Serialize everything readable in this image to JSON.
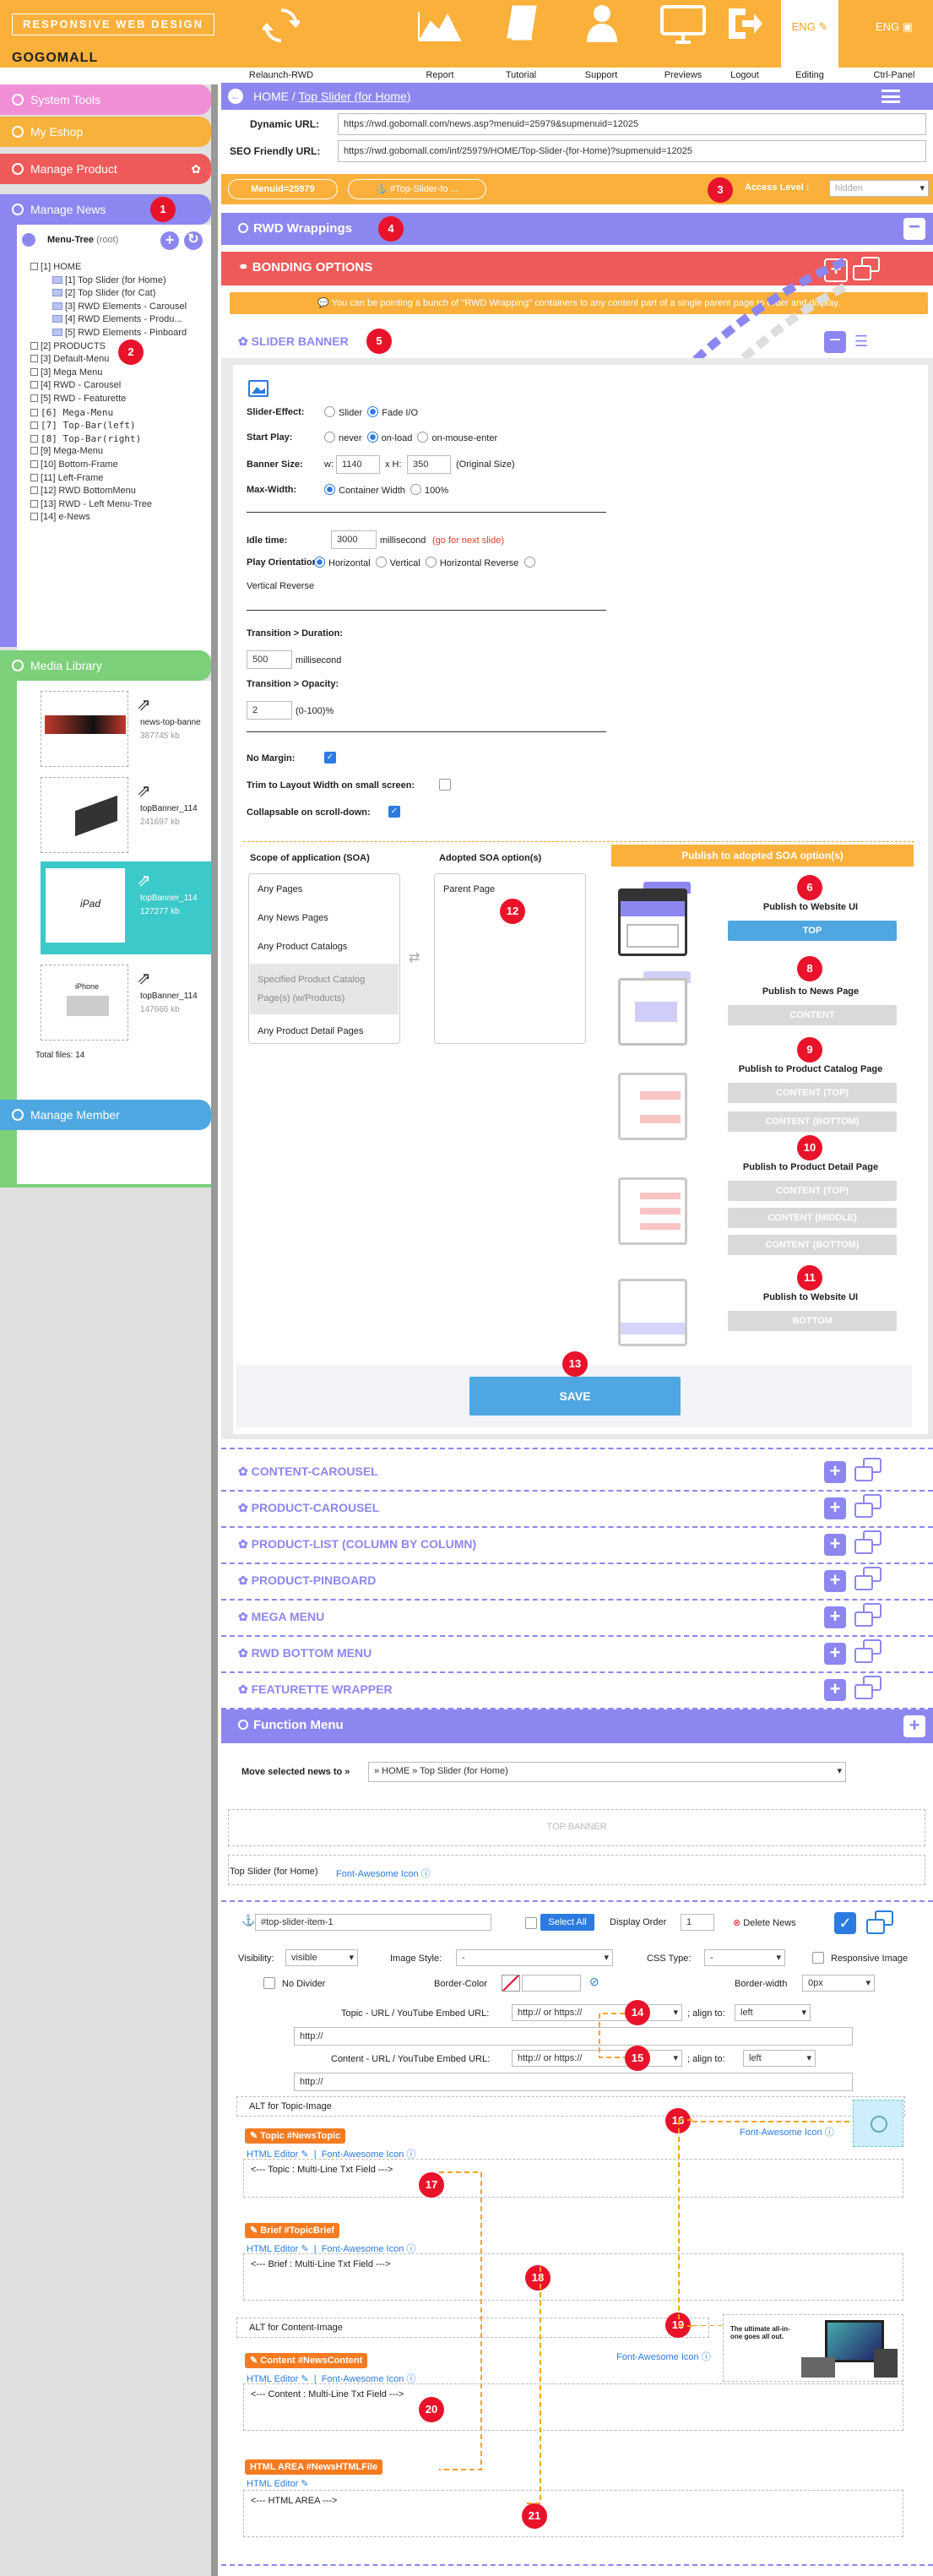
{
  "header": {
    "logo_text": "RESPONSIVE WEB DESIGN",
    "brand": "GOGOMALL",
    "nav": [
      {
        "label": "Relaunch-RWD",
        "icon": "refresh-icon"
      },
      {
        "label": "Report",
        "icon": "chart-icon"
      },
      {
        "label": "Tutorial",
        "icon": "book-icon"
      },
      {
        "label": "Support",
        "icon": "support-icon"
      },
      {
        "label": "Previews",
        "icon": "monitor-icon"
      },
      {
        "label": "Logout",
        "icon": "logout-icon"
      },
      {
        "label": "Editing",
        "icon": "edit-icon"
      },
      {
        "label": "Ctrl-Panel",
        "icon": "panel-icon"
      }
    ],
    "lang1": "ENG",
    "lang2": "ENG"
  },
  "sidebar": {
    "system_tools": "System Tools",
    "my_eshop": "My Eshop",
    "manage_product": "Manage Product",
    "manage_news": "Manage News",
    "menu_tree": "Menu-Tree",
    "menu_tree_root": "(root)",
    "tree": [
      "[1] HOME",
      "[1] Top Slider (for Home)",
      "[2] Top Slider (for Cat)",
      "[3] RWD Elements - Carousel",
      "[4] RWD Elements - Produ...",
      "[5] RWD Elements - Pinboard",
      "[2] PRODUCTS",
      "[3] Default-Menu",
      "[3] Mega Menu",
      "[4] RWD - Carousel",
      "[5] RWD - Featurette",
      "[6] Mega-Menu",
      "[7] Top-Bar(left)",
      "[8] Top-Bar(right)",
      "[9] Mega-Menu",
      "[10] Bottom-Frame",
      "[11] Left-Frame",
      "[12] RWD BottomMenu",
      "[13] RWD - Left Menu-Tree",
      "[14] e-News"
    ],
    "media_library": "Media Library",
    "files": [
      {
        "name": "news-top-banne",
        "size": "387745 kb"
      },
      {
        "name": "topBanner_114",
        "size": "241697 kb"
      },
      {
        "name": "topBanner_114",
        "size": "127277 kb"
      },
      {
        "name": "topBanner_114",
        "size": "147666 kb"
      }
    ],
    "total_files": "Total files: 14",
    "manage_member": "Manage Member"
  },
  "main": {
    "breadcrumb_home": "HOME",
    "breadcrumb_page": "Top Slider (for Home)",
    "dynamic_url_label": "Dynamic URL:",
    "dynamic_url": "https://rwd.gobomall.com/news.asp?menuid=25979&supmenuid=12025",
    "seo_url_label": "SEO Friendly URL:",
    "seo_url": "https://rwd.gobomall.com/inf/25979/HOME/Top-Slider-(for-Home)?supmenuid=12025",
    "menuid": "Menuid=25979",
    "anchor": "#Top-Slider-fo ...",
    "access_label": "Access Level :",
    "access_value": "hidden",
    "rwd_wrappings": "RWD Wrappings",
    "bonding": "BONDING OPTIONS",
    "bonding_note": "You can be pointing a bunch of \"RWD Wrapping\" containers to any content part of a single parent page to order and display.",
    "slider_banner": "SLIDER BANNER",
    "slider_effect": "Slider-Effect:",
    "opt_slider": "Slider",
    "opt_fade": "Fade I/O",
    "start_play": "Start Play:",
    "opt_never": "never",
    "opt_onload": "on-load",
    "opt_mouse": "on-mouse-enter",
    "banner_size": "Banner Size:",
    "w": "w:",
    "w_val": "1140",
    "xh": "x H:",
    "h_val": "350",
    "orig": "(Original Size)",
    "max_width": "Max-Width:",
    "opt_container": "Container Width",
    "opt_100": "100%",
    "idle_time": "Idle time:",
    "idle_val": "3000",
    "ms": "millisecond",
    "next_slide": "(go for next slide)",
    "play_orient": "Play Orientation:",
    "opt_horiz": "Horizontal",
    "opt_vert": "Vertical",
    "opt_hrev": "Horizontal Reverse",
    "opt_vrev": "Vertical Reverse",
    "trans_dur": "Transition > Duration:",
    "dur_val": "500",
    "ms2": "millisecond",
    "trans_op": "Transition > Opacity:",
    "op_val": "2",
    "op_range": "(0-100)%",
    "no_margin": "No Margin:",
    "trim": "Trim to Layout Width on small screen:",
    "collapse": "Collapsable on scroll-down:",
    "soa_title": "Scope of application (SOA)",
    "adopted_title": "Adopted SOA option(s)",
    "publish_title": "Publish to adopted SOA option(s)",
    "soa": [
      "Any Pages",
      "Any News Pages",
      "Any Product Catalogs",
      "Specified Product Catalog Page(s) (w/Products)",
      "Any Product Detail Pages"
    ],
    "adopted": [
      "Parent Page"
    ],
    "pub_ui": "Publish to Website UI",
    "btn_top": "TOP",
    "pub_news": "Publish to News Page",
    "btn_content": "CONTENT",
    "pub_cat": "Publish to Product Catalog Page",
    "btn_ctop": "CONTENT (TOP)",
    "btn_cbottom": "CONTENT (BOTTOM)",
    "pub_detail": "Publish to Product Detail Page",
    "btn_dtop": "CONTENT (TOP)",
    "btn_dmid": "CONTENT (MIDDLE)",
    "btn_dbottom": "CONTENT (BOTTOM)",
    "pub_ui2": "Publish to Website UI",
    "btn_bottom": "BOTTOM",
    "save": "SAVE",
    "sections": [
      "CONTENT-CAROUSEL",
      "PRODUCT-CAROUSEL",
      "PRODUCT-LIST (COLUMN BY COLUMN)",
      "PRODUCT-PINBOARD",
      "MEGA MENU",
      "RWD BOTTOM MENU",
      "FEATURETTE WRAPPER"
    ],
    "function_menu": "Function Menu",
    "move_label": "Move selected news to »",
    "move_value": "» HOME » Top Slider (for Home)",
    "top_banner": "TOP BANNER",
    "crumb_item": "Top Slider (for Home)",
    "fa_icon": "Font-Awesome Icon",
    "item_anchor": "#top-slider-item-1",
    "select_all": "Select All",
    "display_order": "Display Order",
    "order_val": "1",
    "delete_news": "Delete News",
    "visibility": "Visibility:",
    "vis_val": "visible",
    "image_style": "Image Style:",
    "img_val": "-",
    "css_type": "CSS Type:",
    "css_val": "-",
    "responsive_image": "Responsive Image",
    "no_divider": "No Divider",
    "border_color": "Border-Color",
    "border_width": "Border-width",
    "bw_val": "0px",
    "topic_url": "Topic - URL / YouTube Embed URL:",
    "url_sel": "http:// or https://",
    "align": "; align to:",
    "align_val": "left",
    "http": "http://",
    "content_url": "Content - URL / YouTube Embed URL:",
    "alt_topic": "ALT for Topic-Image",
    "fa_icon2": "Font-Awesome Icon",
    "topic_tag": "Topic #NewsTopic",
    "html_editor": "HTML Editor",
    "topic_field": "<--- Topic : Multi-Line Txt Field --->",
    "brief_tag": "Brief #TopicBrief",
    "brief_field": "<--- Brief : Multi-Line Txt Field --->",
    "alt_content": "ALT for Content-Image",
    "content_tag": "Content #NewsContent",
    "content_field": "<--- Content : Multi-Line Txt Field --->",
    "html_tag": "HTML AREA #NewsHTMLFile",
    "html_field": "<--- HTML AREA --->",
    "promo_text": "The ultimate all-in-one goes all out."
  },
  "markers": [
    "1",
    "2",
    "3",
    "4",
    "5",
    "6",
    "8",
    "9",
    "10",
    "11",
    "12",
    "13",
    "14",
    "15",
    "16",
    "17",
    "18",
    "19",
    "20",
    "21"
  ],
  "colors": {
    "orange": "#fbb03b",
    "purple": "#8c87f0",
    "red": "#ee5a5a",
    "blue": "#4ea7e0"
  }
}
